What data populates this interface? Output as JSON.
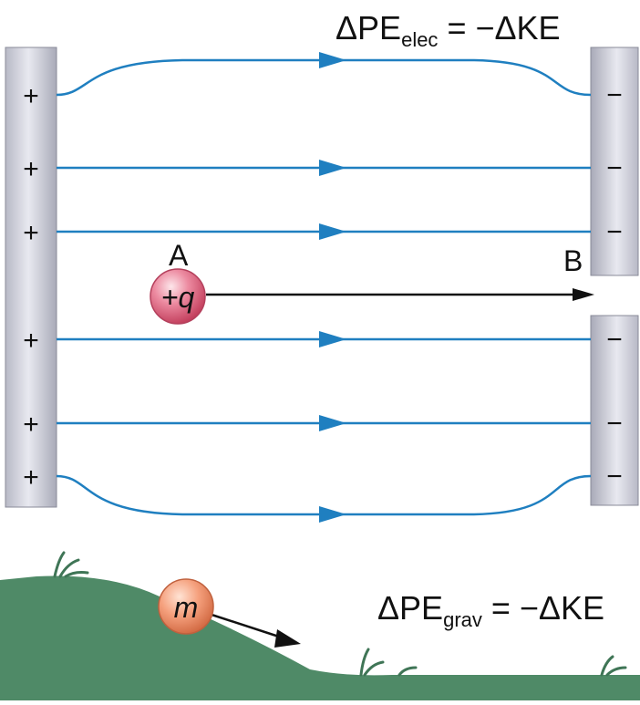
{
  "equations": {
    "electric": {
      "main1": "ΔPE",
      "sub": "elec",
      "main2": " = −ΔKE"
    },
    "gravity": {
      "main1": "ΔPE",
      "sub": "grav",
      "main2": " = −ΔKE"
    }
  },
  "points": {
    "a": "A",
    "b": "B"
  },
  "charge_label": "+q",
  "mass_label": "m",
  "plates": {
    "positive_signs": [
      "+",
      "+",
      "+",
      "+",
      "+",
      "+"
    ],
    "negative_signs": [
      "−",
      "−",
      "−",
      "−",
      "−",
      "−"
    ]
  },
  "colors": {
    "field_line": "#1f7fc0",
    "plate_fill": "#cfd0da",
    "ground": "#4f8a67",
    "charge_ball": "#e0667f",
    "mass_ball": "#f29b78"
  }
}
